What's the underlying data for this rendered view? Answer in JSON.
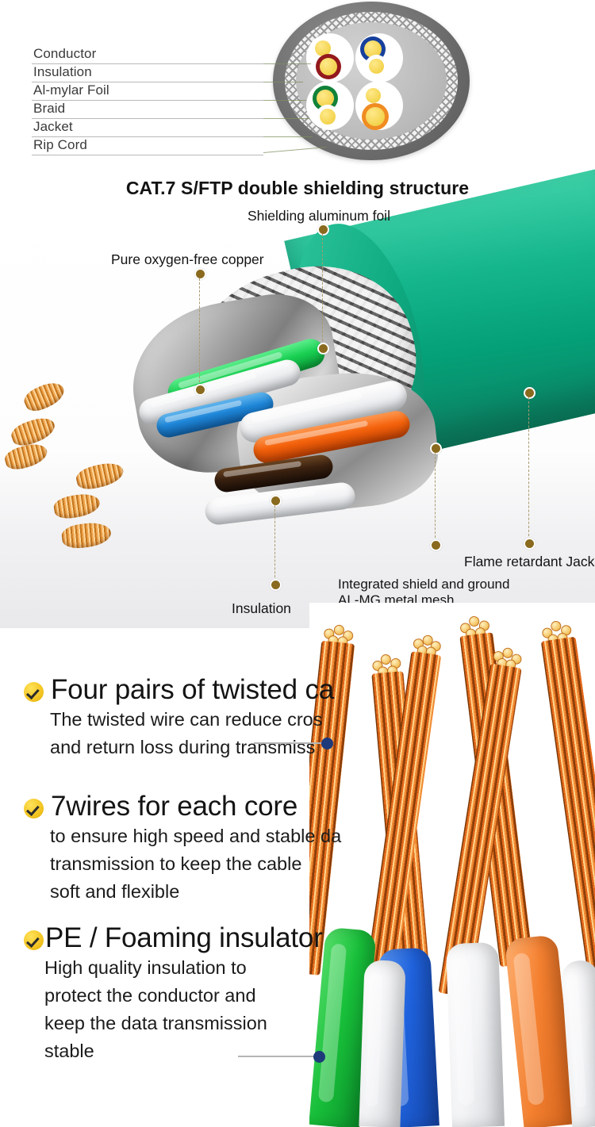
{
  "cross_section": {
    "labels": [
      {
        "text": "Conductor"
      },
      {
        "text": "Insulation"
      },
      {
        "text": "Al-mylar  Foil"
      },
      {
        "text": "Braid"
      },
      {
        "text": "Jacket"
      },
      {
        "text": "Rip Cord"
      }
    ],
    "caption": "CAT.7 S/FTP double shielding structure"
  },
  "cable_callouts": {
    "shielding_foil": "Shielding aluminum foil",
    "copper": "Pure oxygen-free copper",
    "insulation": "Insulation",
    "mesh_line1": "Integrated shield and ground",
    "mesh_line2": "AL-MG metal mesh",
    "jacket": "Flame retardant Jacket"
  },
  "features": [
    {
      "title": "Four pairs of twisted ca",
      "body": [
        "The twisted wire can reduce cros",
        "and return loss during transmiss"
      ]
    },
    {
      "title": "7wires for each core",
      "body": [
        "to ensure high speed and stable da",
        "transmission to keep the cable",
        "soft and flexible"
      ]
    },
    {
      "title": "PE / Foaming insulator",
      "body": [
        "High quality insulation to",
        "protect the conductor and",
        "keep the data transmission",
        "stable"
      ]
    }
  ],
  "colors": {
    "jacket_green": "#04a077",
    "check_badge": "#f2c320",
    "callout_dot": "#8a6a1e",
    "marker_dot": "#1e3a7b",
    "copper": "#e2671a"
  }
}
